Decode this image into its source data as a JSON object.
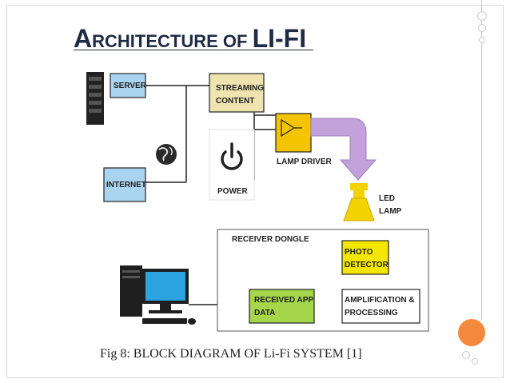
{
  "slide": {
    "title_cap": "A",
    "title_rest": "RCHITECTURE ",
    "title_of": "OF ",
    "title_lifi": "LI-FI",
    "caption": "Fig 8: BLOCK DIAGRAM OF Li-Fi SYSTEM [1]"
  },
  "diagram": {
    "server": "SERVER",
    "streaming_1": "STREAMING",
    "streaming_2": "CONTENT",
    "internet": "INTERNET",
    "power": "POWER",
    "lamp_driver": "LAMP DRIVER",
    "led_1": "LED",
    "led_2": "LAMP",
    "receiver_dongle": "RECEIVER DONGLE",
    "photo_1": "PHOTO",
    "photo_2": "DETECTOR",
    "received_1": "RECEIVED APP",
    "received_2": "DATA",
    "amp_1": "AMPLIFICATION &",
    "amp_2": "PROCESSING"
  },
  "colors": {
    "title": "#1f2a44",
    "server_box": "#a9d4f0",
    "streaming_box": "#efe3b0",
    "lamp_driver_box": "#f5c400",
    "photo_box": "#f4e600",
    "received_box": "#a6d64a",
    "accent_circle": "#f4883c",
    "arrow": "#c3a2dc"
  }
}
